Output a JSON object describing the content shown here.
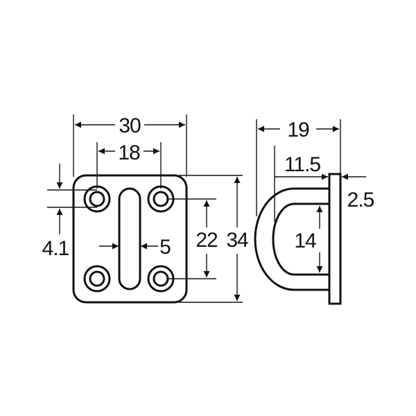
{
  "colors": {
    "ink": "#111111",
    "background": "#ffffff"
  },
  "front_view": {
    "width": "30",
    "hole_spacing_x": "18",
    "hole_spacing_y": "22",
    "height": "34",
    "hole_diameter": "4.1",
    "slot_width": "5"
  },
  "side_view": {
    "depth": "19",
    "inner_depth": "11.5",
    "plate_thickness": "2.5",
    "inner_height": "14"
  }
}
